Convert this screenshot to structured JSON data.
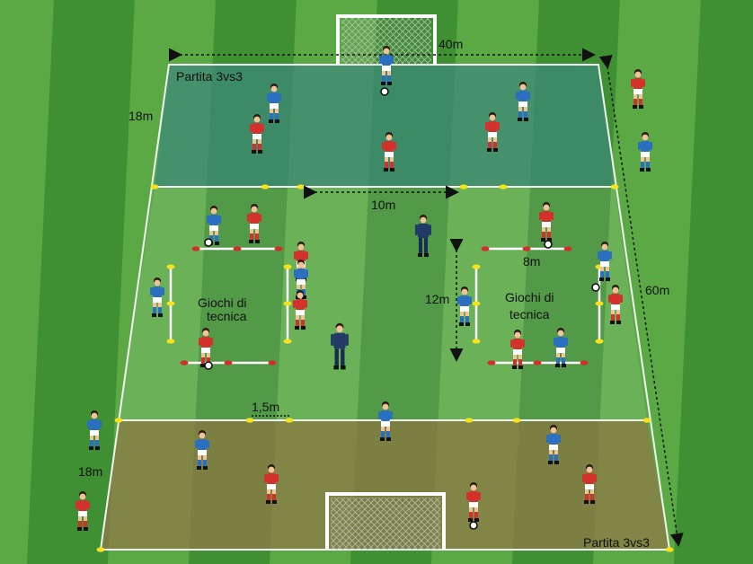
{
  "zones": {
    "top": {
      "label": "Partita 3vs3",
      "depth": "18m"
    },
    "bottom": {
      "label": "Partita 3vs3",
      "depth": "18m"
    },
    "middle_left": {
      "label_line1": "Giochi di",
      "label_line2": "tecnica"
    },
    "middle_right": {
      "label_line1": "Giochi di",
      "label_line2": "tecnica"
    }
  },
  "dimensions": {
    "width": "40m",
    "length": "60m",
    "gap": "10m",
    "grid_width": "8m",
    "grid_length": "12m",
    "cone_spacing": "1,5m"
  },
  "colors": {
    "grass_dark": "#3f8f33",
    "grass_light": "#5aa945",
    "top_zone": "#3d8a78",
    "bottom_zone": "#8c7b45",
    "team_blue": "#2a6fc0",
    "team_red": "#d3312c",
    "coach": "#223a66"
  },
  "icons": {
    "goal": "goal-icon",
    "cone": "cone-icon",
    "ball": "ball-icon",
    "player": "player-icon"
  }
}
